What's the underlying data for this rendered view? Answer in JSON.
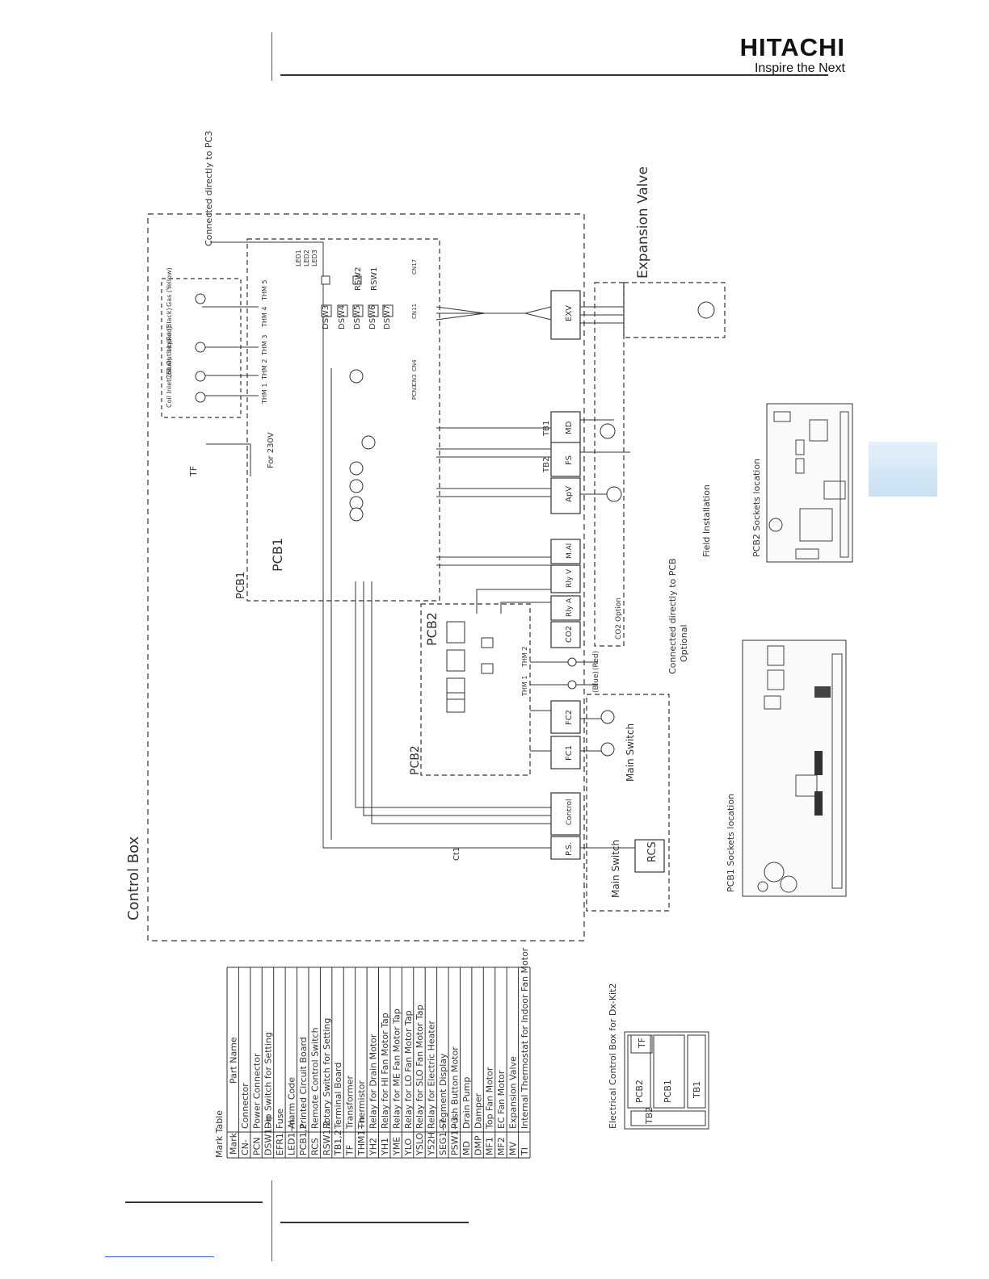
{
  "header": {
    "brand": "HITACHI",
    "tagline": "Inspire the Next"
  },
  "diagram": {
    "control_box": "Control Box",
    "pcb1": "PCB1",
    "pcb2": "PCB2",
    "expansion_valve": "Expansion Valve",
    "conn_pcb3": "Connected directly to PC3",
    "conn_pcb": "Connected directly to PCB",
    "optional": "Optional",
    "field_install": "Field Installation",
    "main_switch": "Main Switch",
    "rcs": "RCS",
    "for_230v": "For 230V",
    "ct1": "Ct1",
    "tf": "TF",
    "sensors": [
      "Coil Inlet (Blue)",
      "Coil Outlet (Red)",
      "Liquid (Black)",
      "Gas (Yellow)"
    ],
    "thm": [
      "THM 1",
      "THM 2",
      "THM 3",
      "THM 4",
      "THM 5"
    ],
    "dsw": [
      "DSW3",
      "DSW4",
      "DSW5",
      "DSW6",
      "DSW7"
    ],
    "rsw": [
      "RSW2",
      "RSW1"
    ],
    "leds": [
      "LED1",
      "LED2",
      "LED3"
    ],
    "cn_top": [
      "CN17",
      "CN11",
      "CN4",
      "CN3",
      "PCN3"
    ],
    "tb_blocks": [
      "EXV",
      "MD",
      "FS",
      "ApV",
      "M.Al",
      "Rly V",
      "Rly A",
      "CO2",
      "FC2",
      "FC1",
      "Control",
      "P.S."
    ],
    "tb_labels": [
      "TB1",
      "TB2"
    ],
    "pcb2_thm": [
      "THM 1",
      "THM 2"
    ],
    "blue": "(Blue)",
    "red": "(Red)",
    "co2_option": "CO2 Option"
  },
  "pcb2_loc": "PCB2 Sockets location",
  "pcb1_loc": "PCB1 Sockets location",
  "ecb": {
    "title": "Electrical Control Box for Dx-Kit2",
    "items": [
      "PCB2",
      "PCB1",
      "TB1",
      "TF",
      "TB2"
    ]
  },
  "mark_table": {
    "title": "Mark Table",
    "headers": [
      "Mark",
      "Part Name"
    ],
    "rows": [
      [
        "CN-",
        "Connector"
      ],
      [
        "PCN",
        "Power Connector"
      ],
      [
        "DSW1~n",
        "Dip Switch for Setting"
      ],
      [
        "EFR1",
        "Fuse"
      ],
      [
        "LED1~n",
        "Alarm Code"
      ],
      [
        "PCB1,2",
        "Printed Circuit Board"
      ],
      [
        "RCS",
        "Remote Control Switch"
      ],
      [
        "RSW1,2",
        "Rotary Switch for Setting"
      ],
      [
        "TB1,2",
        "Terminal Board"
      ],
      [
        "TF",
        "Transformer"
      ],
      [
        "THM1~n",
        "Thermistor"
      ],
      [
        "YH2",
        "Relay for Drain Motor"
      ],
      [
        "YH1",
        "Relay for HI Fan Motor Tap"
      ],
      [
        "YME",
        "Relay for ME Fan Motor Tap"
      ],
      [
        "YLO",
        "Relay for LO Fan Motor Tap"
      ],
      [
        "YSLO",
        "Relay for SLO Fan Motor Tap"
      ],
      [
        "Y52H",
        "Relay for Electric Heater"
      ],
      [
        "SEG1~7",
        "Segment Display"
      ],
      [
        "PSW1~3",
        "Push Button Motor"
      ],
      [
        "MD",
        "Drain Pump"
      ],
      [
        "DMP",
        "Damper"
      ],
      [
        "MF1",
        "Top Fan Motor"
      ],
      [
        "MF2",
        "EC Fan Motor"
      ],
      [
        "MV",
        "Expansion Valve"
      ],
      [
        "TI",
        "Internal Thermostat for Indoor Fan Motor"
      ]
    ]
  }
}
